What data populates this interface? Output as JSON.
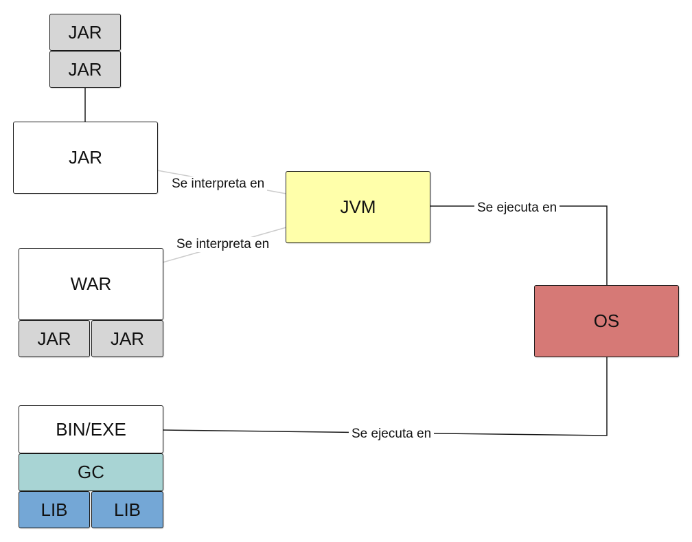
{
  "colors": {
    "jar_gray": "#d6d6d6",
    "white": "#ffffff",
    "jvm_yellow": "#ffffaa",
    "os_red": "#d67976",
    "gc_teal": "#a8d4d4",
    "lib_blue": "#74a7d6",
    "line": "#1a1a1a",
    "line_light": "#cccccc"
  },
  "nodes": {
    "jar_dep_top": "JAR",
    "jar_dep_bottom": "JAR",
    "jar_main": "JAR",
    "jvm": "JVM",
    "war": "WAR",
    "war_jar_left": "JAR",
    "war_jar_right": "JAR",
    "os": "OS",
    "bin_exe": "BIN/EXE",
    "gc": "GC",
    "lib_left": "LIB",
    "lib_right": "LIB"
  },
  "edges": {
    "jar_to_jvm": "Se interpreta en",
    "war_to_jvm": "Se interpreta en",
    "jvm_to_os": "Se ejecuta en",
    "bin_to_os": "Se ejecuta en"
  }
}
